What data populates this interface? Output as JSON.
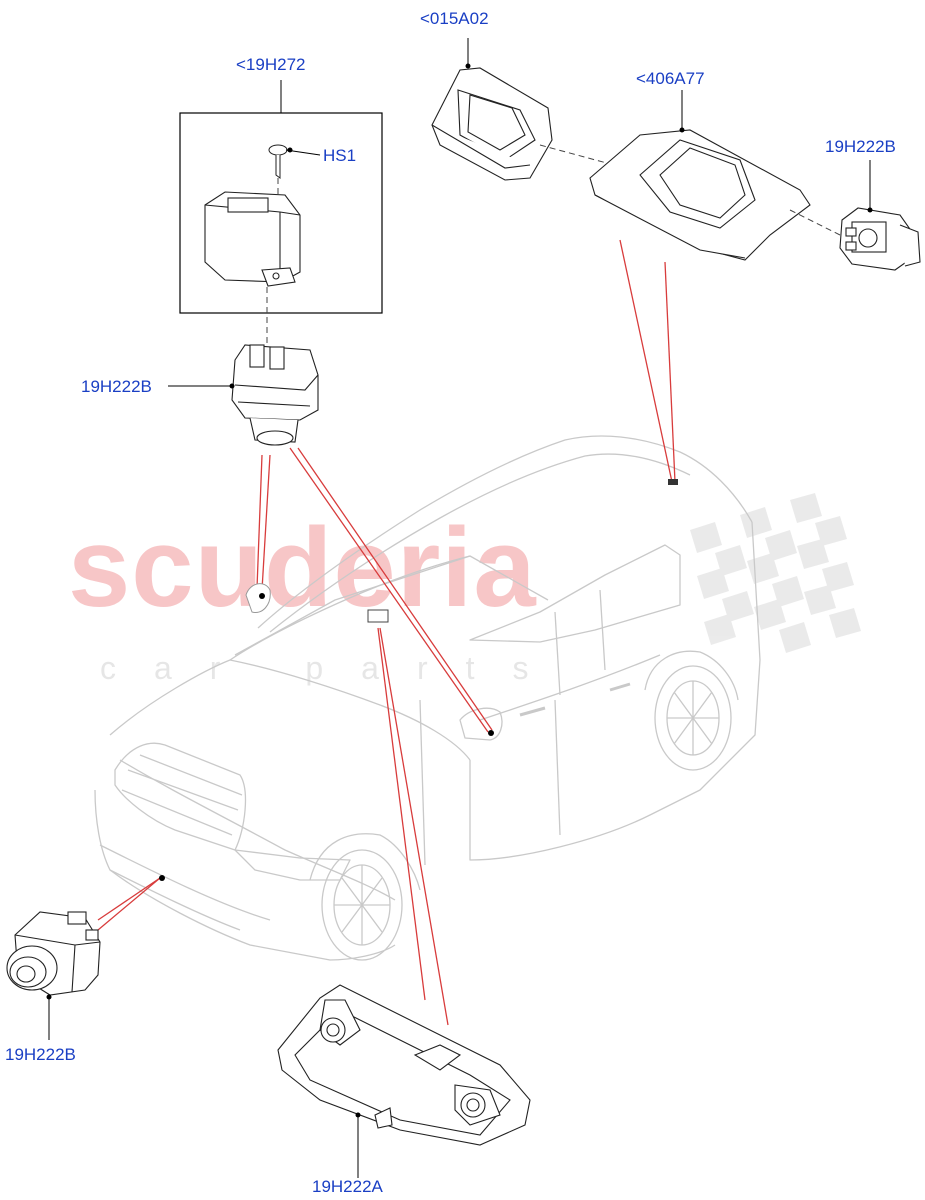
{
  "watermark": {
    "brand": "scuderia",
    "tagline": "car parts",
    "brand_color": "#e5353a",
    "tagline_color": "#b9b9b9"
  },
  "colors": {
    "callout_text": "#1a3fc4",
    "leader_line": "#000000",
    "car_outline": "#c9c9c9",
    "part_outline": "#222222",
    "red_line": "#d83c3c"
  },
  "callouts": {
    "camera_housing_kit": "<19H272",
    "screw": "HS1",
    "camera_upper_left": "19H222B",
    "bracket_015": "<015A02",
    "bracket_406": "<406A77",
    "camera_upper_right": "19H222B",
    "camera_front": "19H222B",
    "camera_rear": "19H222A"
  }
}
